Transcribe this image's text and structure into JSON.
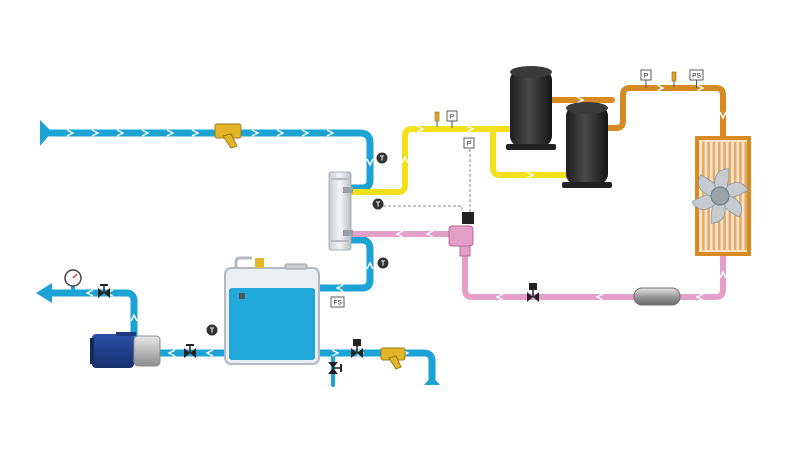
{
  "colors": {
    "water": "#1aa3d4",
    "suction": "#f2e11a",
    "discharge": "#d68a1f",
    "liquid": "#e39fc8",
    "tank": "#21a8da",
    "compressor": "#2a2a2a",
    "strainer": "#e3b52a"
  },
  "sensors": {
    "temperature": "T",
    "pressure": "P",
    "pressure_switch": "PS",
    "flow_switch": "FS"
  },
  "icons": {
    "gauge": "pressure-gauge-icon",
    "valve": "valve-icon",
    "strainer": "y-strainer-icon",
    "fan": "fan-icon",
    "pump": "pump-motor-icon"
  }
}
